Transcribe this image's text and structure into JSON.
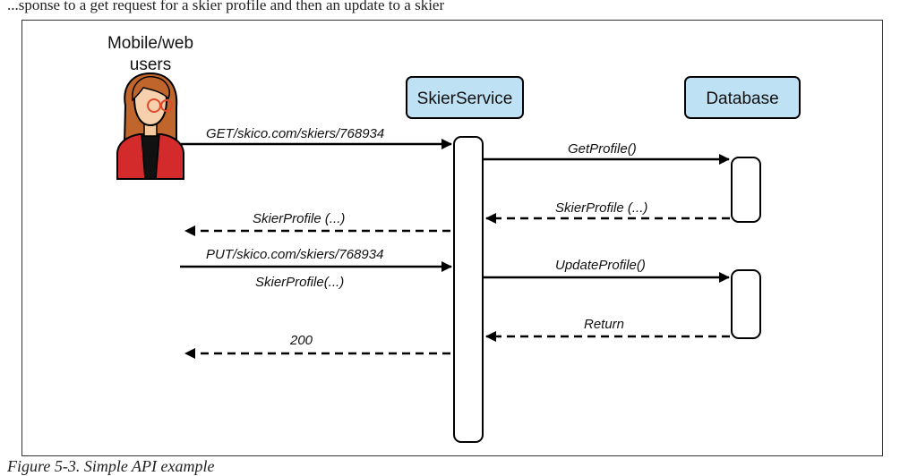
{
  "page": {
    "top_text": "...sponse to a get request for a skier profile and then an update to a skier",
    "top_text_link": "..."
  },
  "figure": {
    "caption": "Figure 5-3. Simple API example"
  },
  "actor": {
    "label_line1": "Mobile/web",
    "label_line2": "users",
    "icon": "person-avatar-icon"
  },
  "participants": {
    "service": "SkierService",
    "database": "Database",
    "box_color": "#bfe1f4"
  },
  "messages": {
    "get_request": "GET/skico.com/skiers/768934",
    "get_profile": "GetProfile()",
    "skier_profile_db": "SkierProfile (...)",
    "skier_profile_resp": "SkierProfile (...)",
    "put_request": "PUT/skico.com/skiers/768934",
    "put_body": "SkierProfile(...)",
    "update_profile": "UpdateProfile()",
    "return": "Return",
    "status_200": "200"
  }
}
